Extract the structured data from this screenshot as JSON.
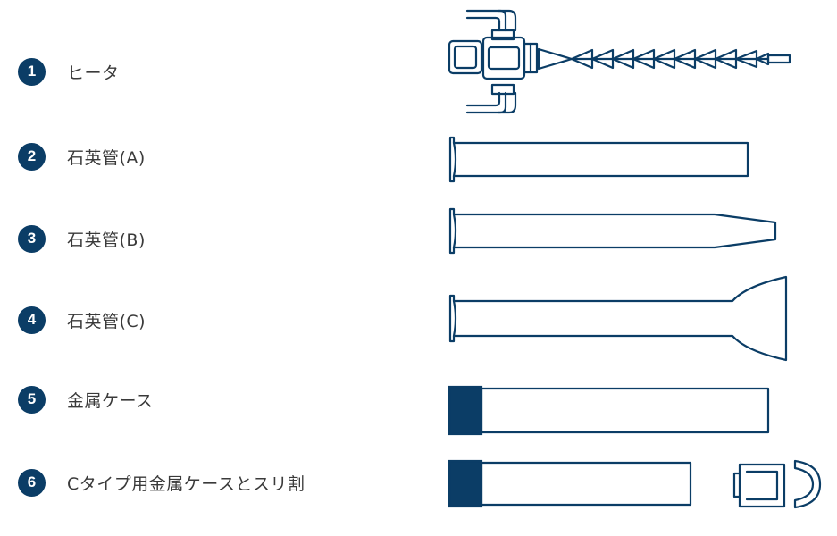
{
  "accent_color": "#0b3d66",
  "items": [
    {
      "number": "1",
      "label": "ヒータ",
      "icon": "heater-icon"
    },
    {
      "number": "2",
      "label": "石英管(A)",
      "icon": "quartz-tube-a-icon"
    },
    {
      "number": "3",
      "label": "石英管(B)",
      "icon": "quartz-tube-b-icon"
    },
    {
      "number": "4",
      "label": "石英管(C)",
      "icon": "quartz-tube-c-icon"
    },
    {
      "number": "5",
      "label": "金属ケース",
      "icon": "metal-case-icon"
    },
    {
      "number": "6",
      "label": "Cタイプ用金属ケースとスリ割",
      "icon": "c-type-metal-case-slit-icon"
    }
  ]
}
